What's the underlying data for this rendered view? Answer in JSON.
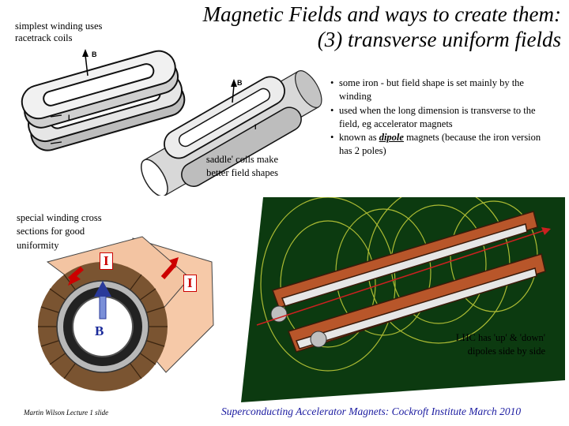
{
  "title": {
    "line1": "Magnetic Fields and ways to create them:",
    "line2": "(3) transverse uniform fields"
  },
  "racetrack": {
    "note": "simplest winding uses racetrack coils",
    "b_label": "B",
    "i_label": "I"
  },
  "saddle": {
    "note": "saddle' coils make better field shapes",
    "b_label": "B",
    "i_label": "I"
  },
  "bullets": {
    "item1": "some iron - but field shape is set mainly by the winding",
    "item2": "used when the long dimension is transverse to the field, eg accelerator magnets",
    "item3_pre": "known as",
    "item3_word": "dipole",
    "item3_post": "magnets (because the iron version has 2 poles)"
  },
  "cross_section": {
    "note": "special winding cross sections for good uniformity",
    "i_label_1": "I",
    "i_label_2": "I",
    "b_label": "B"
  },
  "lhc": {
    "note": "LHC has 'up' & 'down' dipoles side by side"
  },
  "footer": {
    "left": "Martin Wilson Lecture 1 slide",
    "right": "Superconducting Accelerator Magnets:  Cockroft Institute March 2010"
  },
  "colors": {
    "title": "#000000",
    "footer_right": "#1a1aa0",
    "current_arrow": "#cc0000",
    "field_arrow": "#1a2a9a",
    "lhc_background": "#0c3a10",
    "copper": "#b8562a"
  }
}
